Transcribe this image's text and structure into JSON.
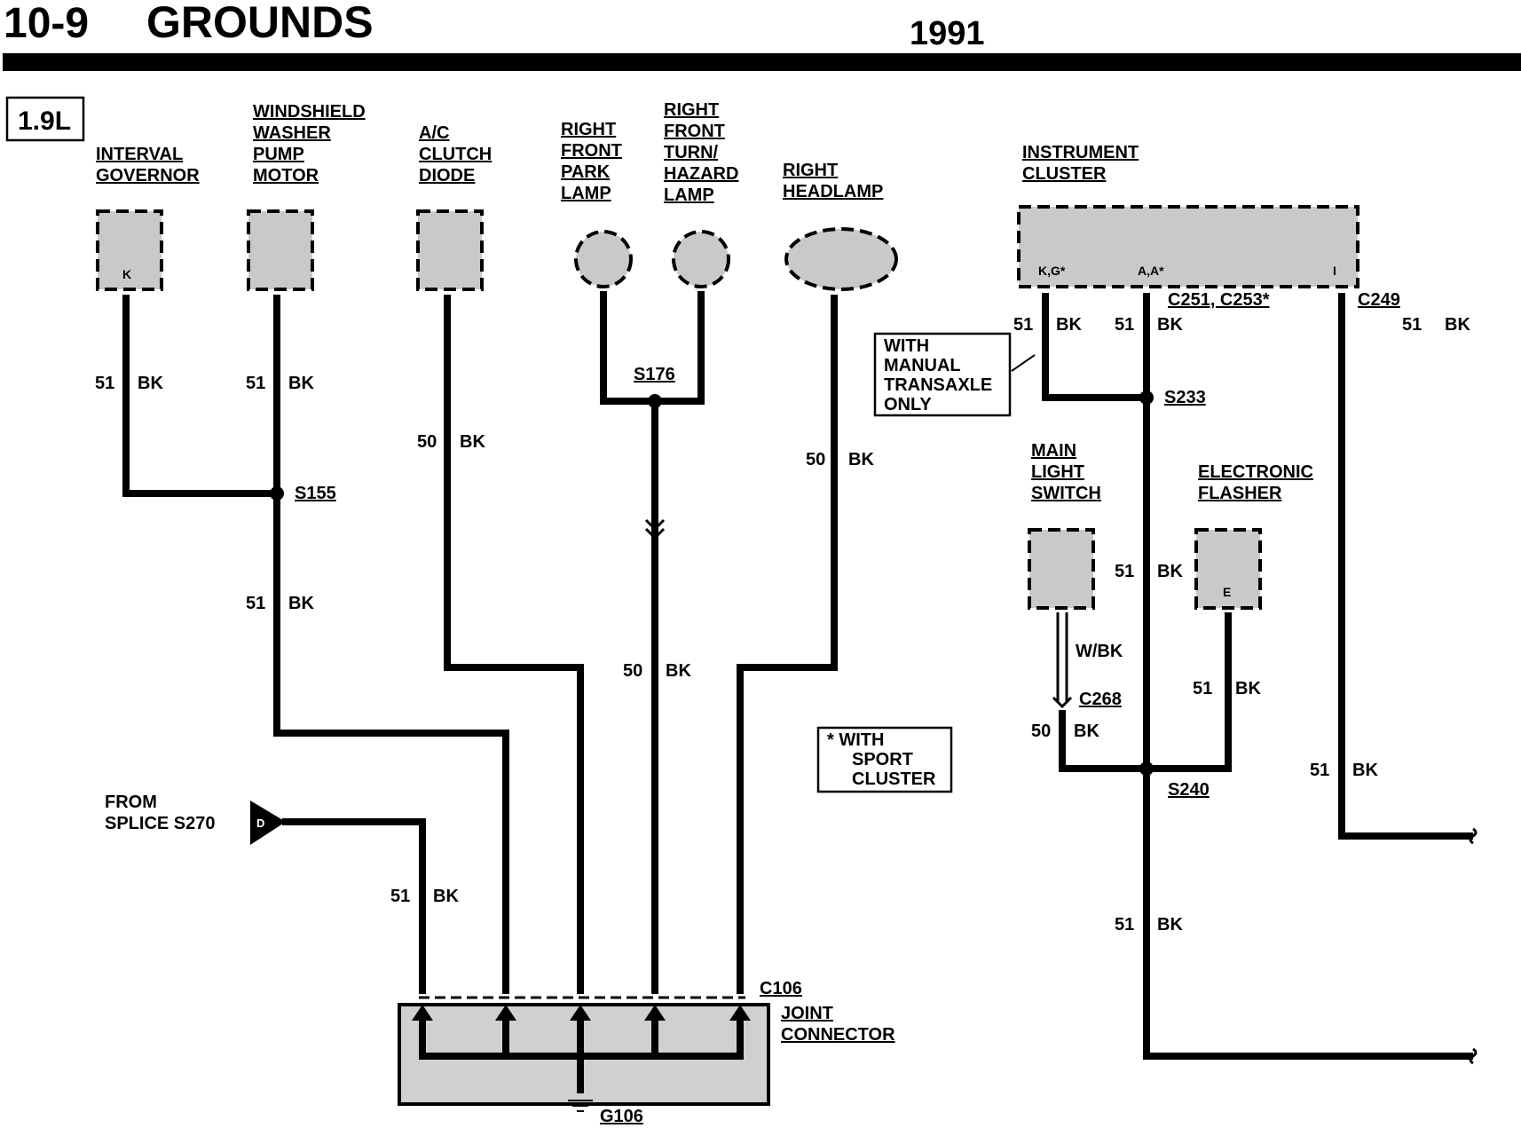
{
  "header": {
    "page_number": "10-9",
    "section_title": "GROUNDS",
    "year": "1991"
  },
  "engine_badge": "1.9L",
  "components": {
    "interval_governor": [
      "INTERVAL",
      "GOVERNOR"
    ],
    "interval_governor_pin": "K",
    "washer_pump_motor": [
      "WINDSHIELD",
      "WASHER",
      "PUMP",
      "MOTOR"
    ],
    "ac_clutch_diode": [
      "A/C",
      "CLUTCH",
      "DIODE"
    ],
    "rf_park_lamp": [
      "RIGHT",
      "FRONT",
      "PARK",
      "LAMP"
    ],
    "rf_turn_lamp": [
      "RIGHT",
      "FRONT",
      "TURN/",
      "HAZARD",
      "LAMP"
    ],
    "right_headlamp": [
      "RIGHT",
      "HEADLAMP"
    ],
    "instrument_cluster": [
      "INSTRUMENT",
      "CLUSTER"
    ],
    "cluster_pins": [
      "K,G*",
      "A,A*",
      "I"
    ],
    "main_light_switch": [
      "MAIN",
      "LIGHT",
      "SWITCH"
    ],
    "electronic_flasher": [
      "ELECTRONIC",
      "FLASHER"
    ],
    "flasher_pin": "E",
    "joint_connector": [
      "JOINT",
      "CONNECTOR"
    ],
    "from_splice": [
      "FROM",
      "SPLICE S270"
    ],
    "splice_s270_pin": "D"
  },
  "connectors": {
    "c251_c253": "C251, C253*",
    "c249": "C249",
    "c268": "C268",
    "c106": "C106",
    "g106": "G106"
  },
  "splices": {
    "s155": "S155",
    "s176": "S176",
    "s233": "S233",
    "s240": "S240"
  },
  "notes": {
    "manual_transaxle": [
      "WITH",
      "MANUAL",
      "TRANSAXLE",
      "ONLY"
    ],
    "sport_cluster": [
      "*  WITH",
      "SPORT",
      "CLUSTER"
    ]
  },
  "wire_labels": [
    {
      "circuit": "51",
      "color": "BK"
    },
    {
      "circuit": "51",
      "color": "BK"
    },
    {
      "circuit": "51",
      "color": "BK"
    },
    {
      "circuit": "50",
      "color": "BK"
    },
    {
      "circuit": "50",
      "color": "BK"
    },
    {
      "circuit": "50",
      "color": "BK"
    },
    {
      "circuit": "51",
      "color": "BK"
    },
    {
      "circuit": "51",
      "color": "BK"
    },
    {
      "circuit": "51",
      "color": "BK"
    },
    {
      "circuit": "51",
      "color": "BK"
    },
    {
      "circuit": "",
      "color": "W/BK"
    },
    {
      "circuit": "50",
      "color": "BK"
    },
    {
      "circuit": "51",
      "color": "BK"
    },
    {
      "circuit": "51",
      "color": "BK"
    },
    {
      "circuit": "51",
      "color": "BK"
    },
    {
      "circuit": "51",
      "color": "BK"
    }
  ]
}
